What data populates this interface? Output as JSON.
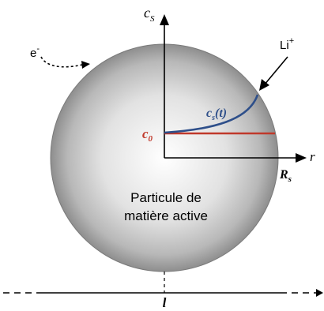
{
  "labels": {
    "electron": "e",
    "electron_sup": "-",
    "lithium": "Li",
    "lithium_sup": "+",
    "cs_axis": "c",
    "cs_axis_sub": "S",
    "r_axis": "r",
    "rs": "R",
    "rs_sub": "s",
    "c0": "c",
    "c0_sub": "0",
    "cs_curve": "c",
    "cs_curve_sub": "s",
    "cs_curve_arg": "(t)",
    "particle_line1": "Particule de",
    "particle_line2": "matière active",
    "length": "l"
  },
  "colors": {
    "curve": "#2e4f8a",
    "baseline": "#c0392b",
    "c0_label": "#c0392b",
    "cs_label": "#2e4f8a",
    "axis": "#000000",
    "particle_edge": "#6e6e6e"
  }
}
